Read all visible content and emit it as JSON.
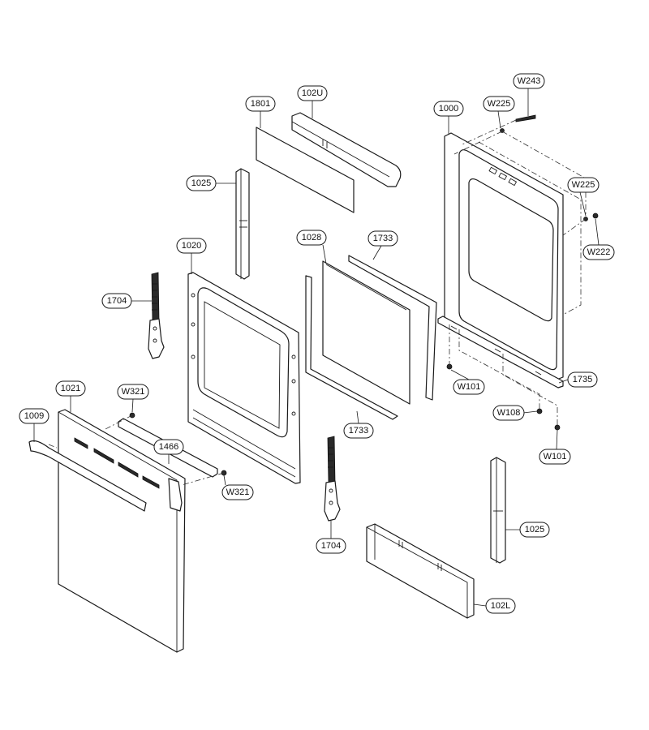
{
  "callouts": {
    "c1801": "1801",
    "c102U": "102U",
    "c1000": "1000",
    "c1025_top": "1025",
    "c1020": "1020",
    "c1028": "1028",
    "c1733_top": "1733",
    "c1704_left": "1704",
    "cW243": "W243",
    "cW225_top": "W225",
    "cW225_right": "W225",
    "cW222": "W222",
    "cW101_mid": "W101",
    "c1735": "1735",
    "cW108": "W108",
    "cW101_bottom": "W101",
    "c1021": "1021",
    "cW321_top": "W321",
    "c1009": "1009",
    "c1466": "1466",
    "cW321_right": "W321",
    "c1733_bottom": "1733",
    "c1704_bottom": "1704",
    "c1025_right": "1025",
    "c102L": "102L"
  }
}
